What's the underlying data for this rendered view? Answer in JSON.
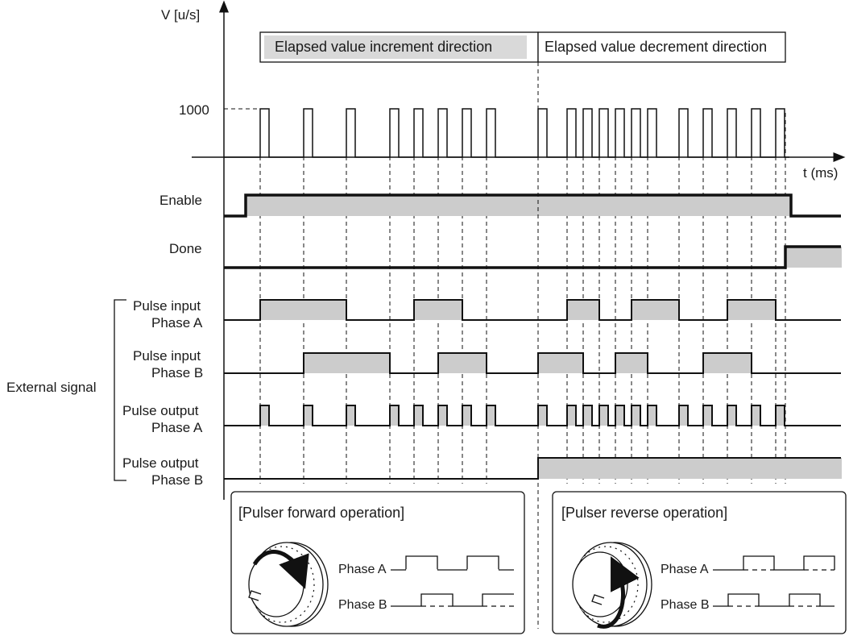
{
  "axis": {
    "y_label": "V [u/s]",
    "y_tick": "1000",
    "x_label": "t (ms)"
  },
  "headers": {
    "increment": "Elapsed value increment direction",
    "decrement": "Elapsed value decrement direction"
  },
  "signals": {
    "enable": "Enable",
    "done": "Done",
    "pia_1": "Pulse input",
    "pia_2": "Phase A",
    "pib_1": "Pulse input",
    "pib_2": "Phase B",
    "poa_1": "Pulse output",
    "poa_2": "Phase A",
    "pob_1": "Pulse output",
    "pob_2": "Phase B",
    "external": "External signal"
  },
  "panels": {
    "forward": {
      "title": "[Pulser forward operation]",
      "phase_a": "Phase A",
      "phase_b": "Phase B"
    },
    "reverse": {
      "title": "[Pulser reverse operation]",
      "phase_a": "Phase A",
      "phase_b": "Phase B"
    }
  },
  "colors": {
    "line": "#111111",
    "fill": "#cccccc"
  }
}
